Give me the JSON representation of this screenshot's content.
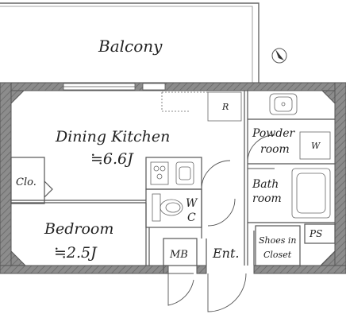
{
  "rooms": {
    "balcony": "Balcony",
    "dining_kitchen": "Dining Kitchen",
    "dining_kitchen_size": "≒6.6J",
    "bedroom": "Bedroom",
    "bedroom_size": "≒2.5J",
    "closet": "Clo.",
    "powder_room_line1": "Powder",
    "powder_room_line2": "room",
    "washer": "W",
    "bath_room_line1": "Bath",
    "bath_room_line2": "room",
    "wc_line1": "W",
    "wc_line2": "C",
    "meter_box": "MB",
    "entrance": "Ent.",
    "shoes_closet_line1": "Shoes in",
    "shoes_closet_line2": "Closet",
    "pipe_space": "PS",
    "refrigerator": "R"
  },
  "colors": {
    "wall": "#8a8a8a",
    "wall_stroke": "#555555",
    "line": "#555555",
    "text": "#222222"
  },
  "icons": {
    "north_arrow": "north-arrow-icon"
  }
}
